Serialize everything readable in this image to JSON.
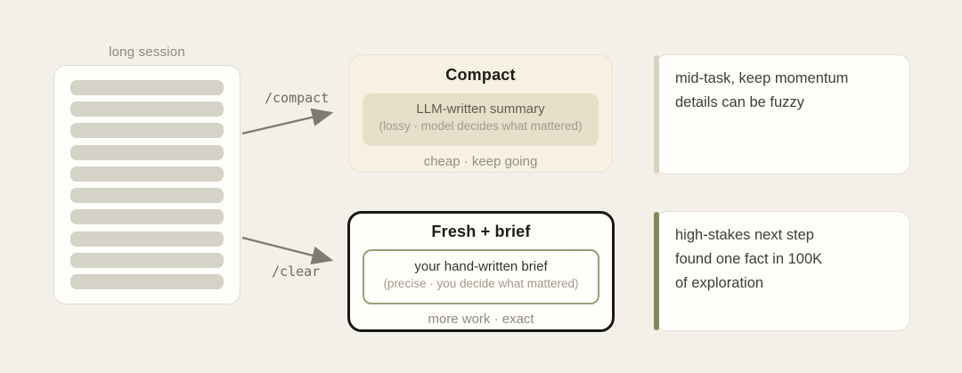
{
  "page": {
    "background_color": "#f2f0e9"
  },
  "document": {
    "label": "long session",
    "line_count": 10,
    "line_color": "#d5d2c7"
  },
  "arrows": {
    "color": "#7f7b71",
    "compact_label": "/compact",
    "clear_label": "/clear"
  },
  "compact_card": {
    "title": "Compact",
    "summary_title": "LLM-written summary",
    "summary_subtitle": "(lossy · model decides what mattered)",
    "footer": "cheap · keep going",
    "background_color": "#f6f1e2",
    "summary_box_color": "#e7dfc9"
  },
  "fresh_card": {
    "title": "Fresh + brief",
    "brief_title": "your hand-written brief",
    "brief_subtitle": "(precise · you decide what mattered)",
    "footer": "more work · exact",
    "border_color": "#191914",
    "brief_box_border_color": "#95a276"
  },
  "notes": {
    "compact_note": {
      "lines": [
        "mid-task, keep momentum",
        "details can be fuzzy"
      ],
      "accent_color": "#d8d1be"
    },
    "fresh_note": {
      "lines": [
        "high-stakes next step",
        "found one fact in 100K",
        "of exploration"
      ],
      "accent_color": "#7e8c56"
    }
  }
}
